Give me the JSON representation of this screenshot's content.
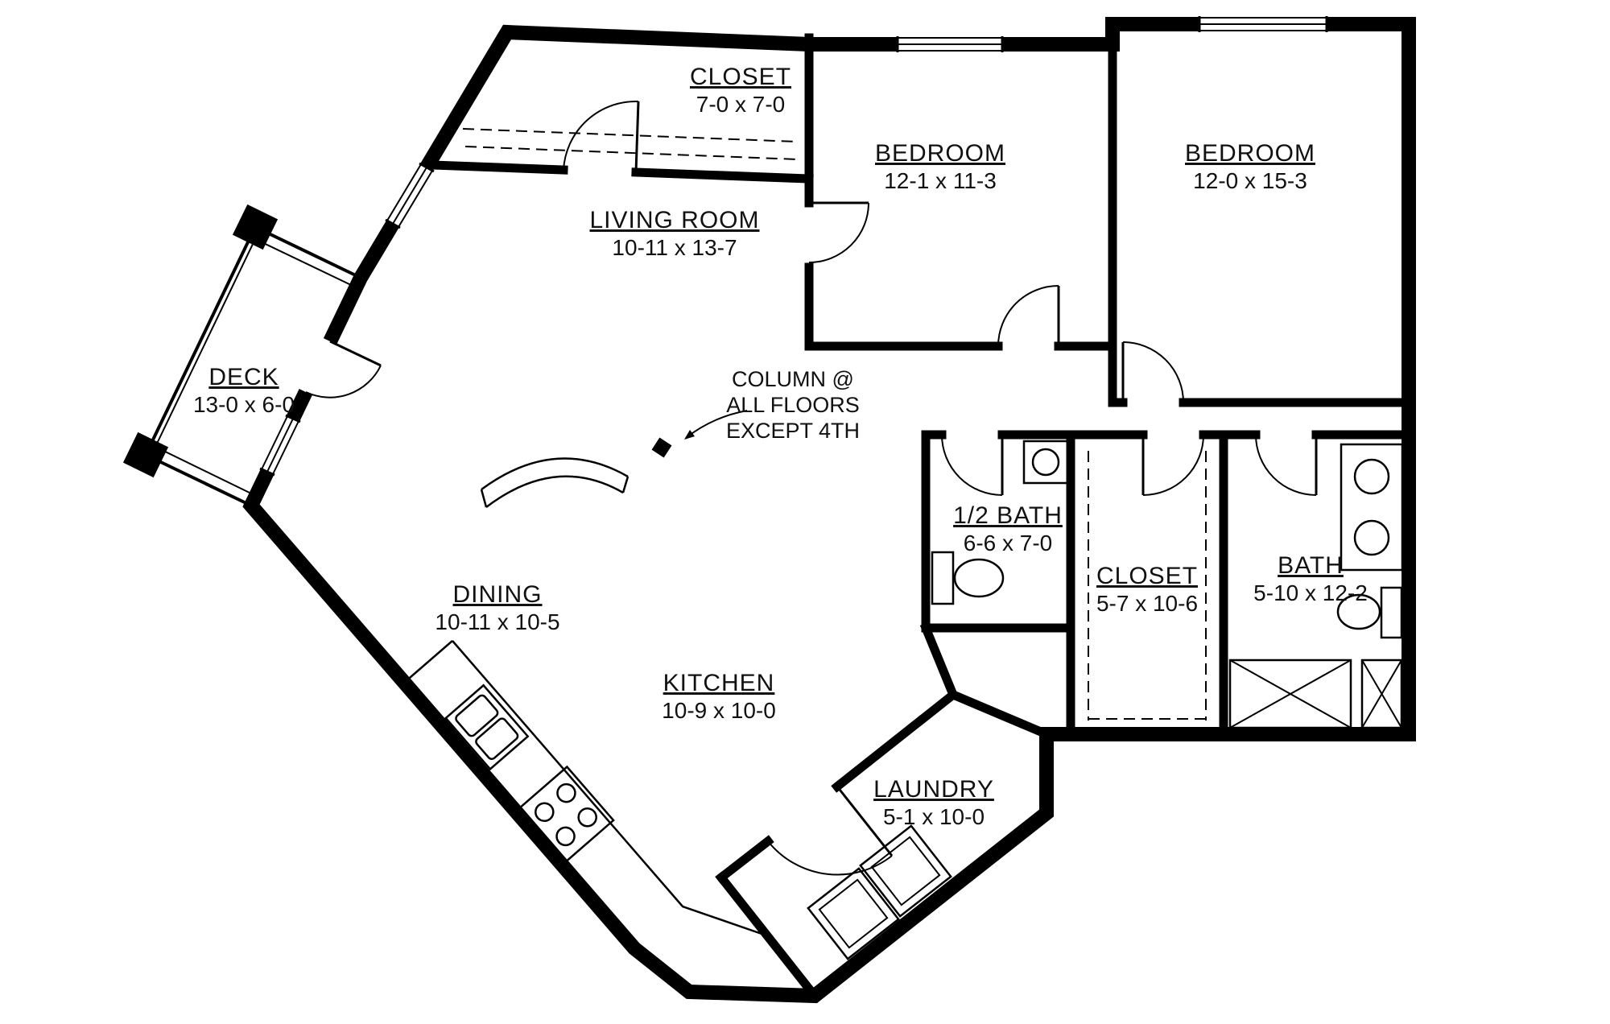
{
  "plan": {
    "rooms": {
      "closet_entry": {
        "name": "CLOSET",
        "dims": "7-0 x 7-0"
      },
      "bedroom_1": {
        "name": "BEDROOM",
        "dims": "12-1 x 11-3"
      },
      "bedroom_2": {
        "name": "BEDROOM",
        "dims": "12-0 x 15-3"
      },
      "living_room": {
        "name": "LIVING ROOM",
        "dims": "10-11 x 13-7"
      },
      "deck": {
        "name": "DECK",
        "dims": "13-0 x 6-0"
      },
      "half_bath": {
        "name": "1/2 BATH",
        "dims": "6-6 x 7-0"
      },
      "closet_master": {
        "name": "CLOSET",
        "dims": "5-7 x 10-6"
      },
      "bath": {
        "name": "BATH",
        "dims": "5-10 x 12-2"
      },
      "dining": {
        "name": "DINING",
        "dims": "10-11 x 10-5"
      },
      "kitchen": {
        "name": "KITCHEN",
        "dims": "10-9 x 10-0"
      },
      "laundry": {
        "name": "LAUNDRY",
        "dims": "5-1 x 10-0"
      }
    },
    "note": {
      "line1": "COLUMN @",
      "line2": "ALL FLOORS",
      "line3": "EXCEPT 4TH"
    },
    "colors": {
      "wall": "#000000",
      "background": "#ffffff",
      "text": "#111111"
    }
  }
}
